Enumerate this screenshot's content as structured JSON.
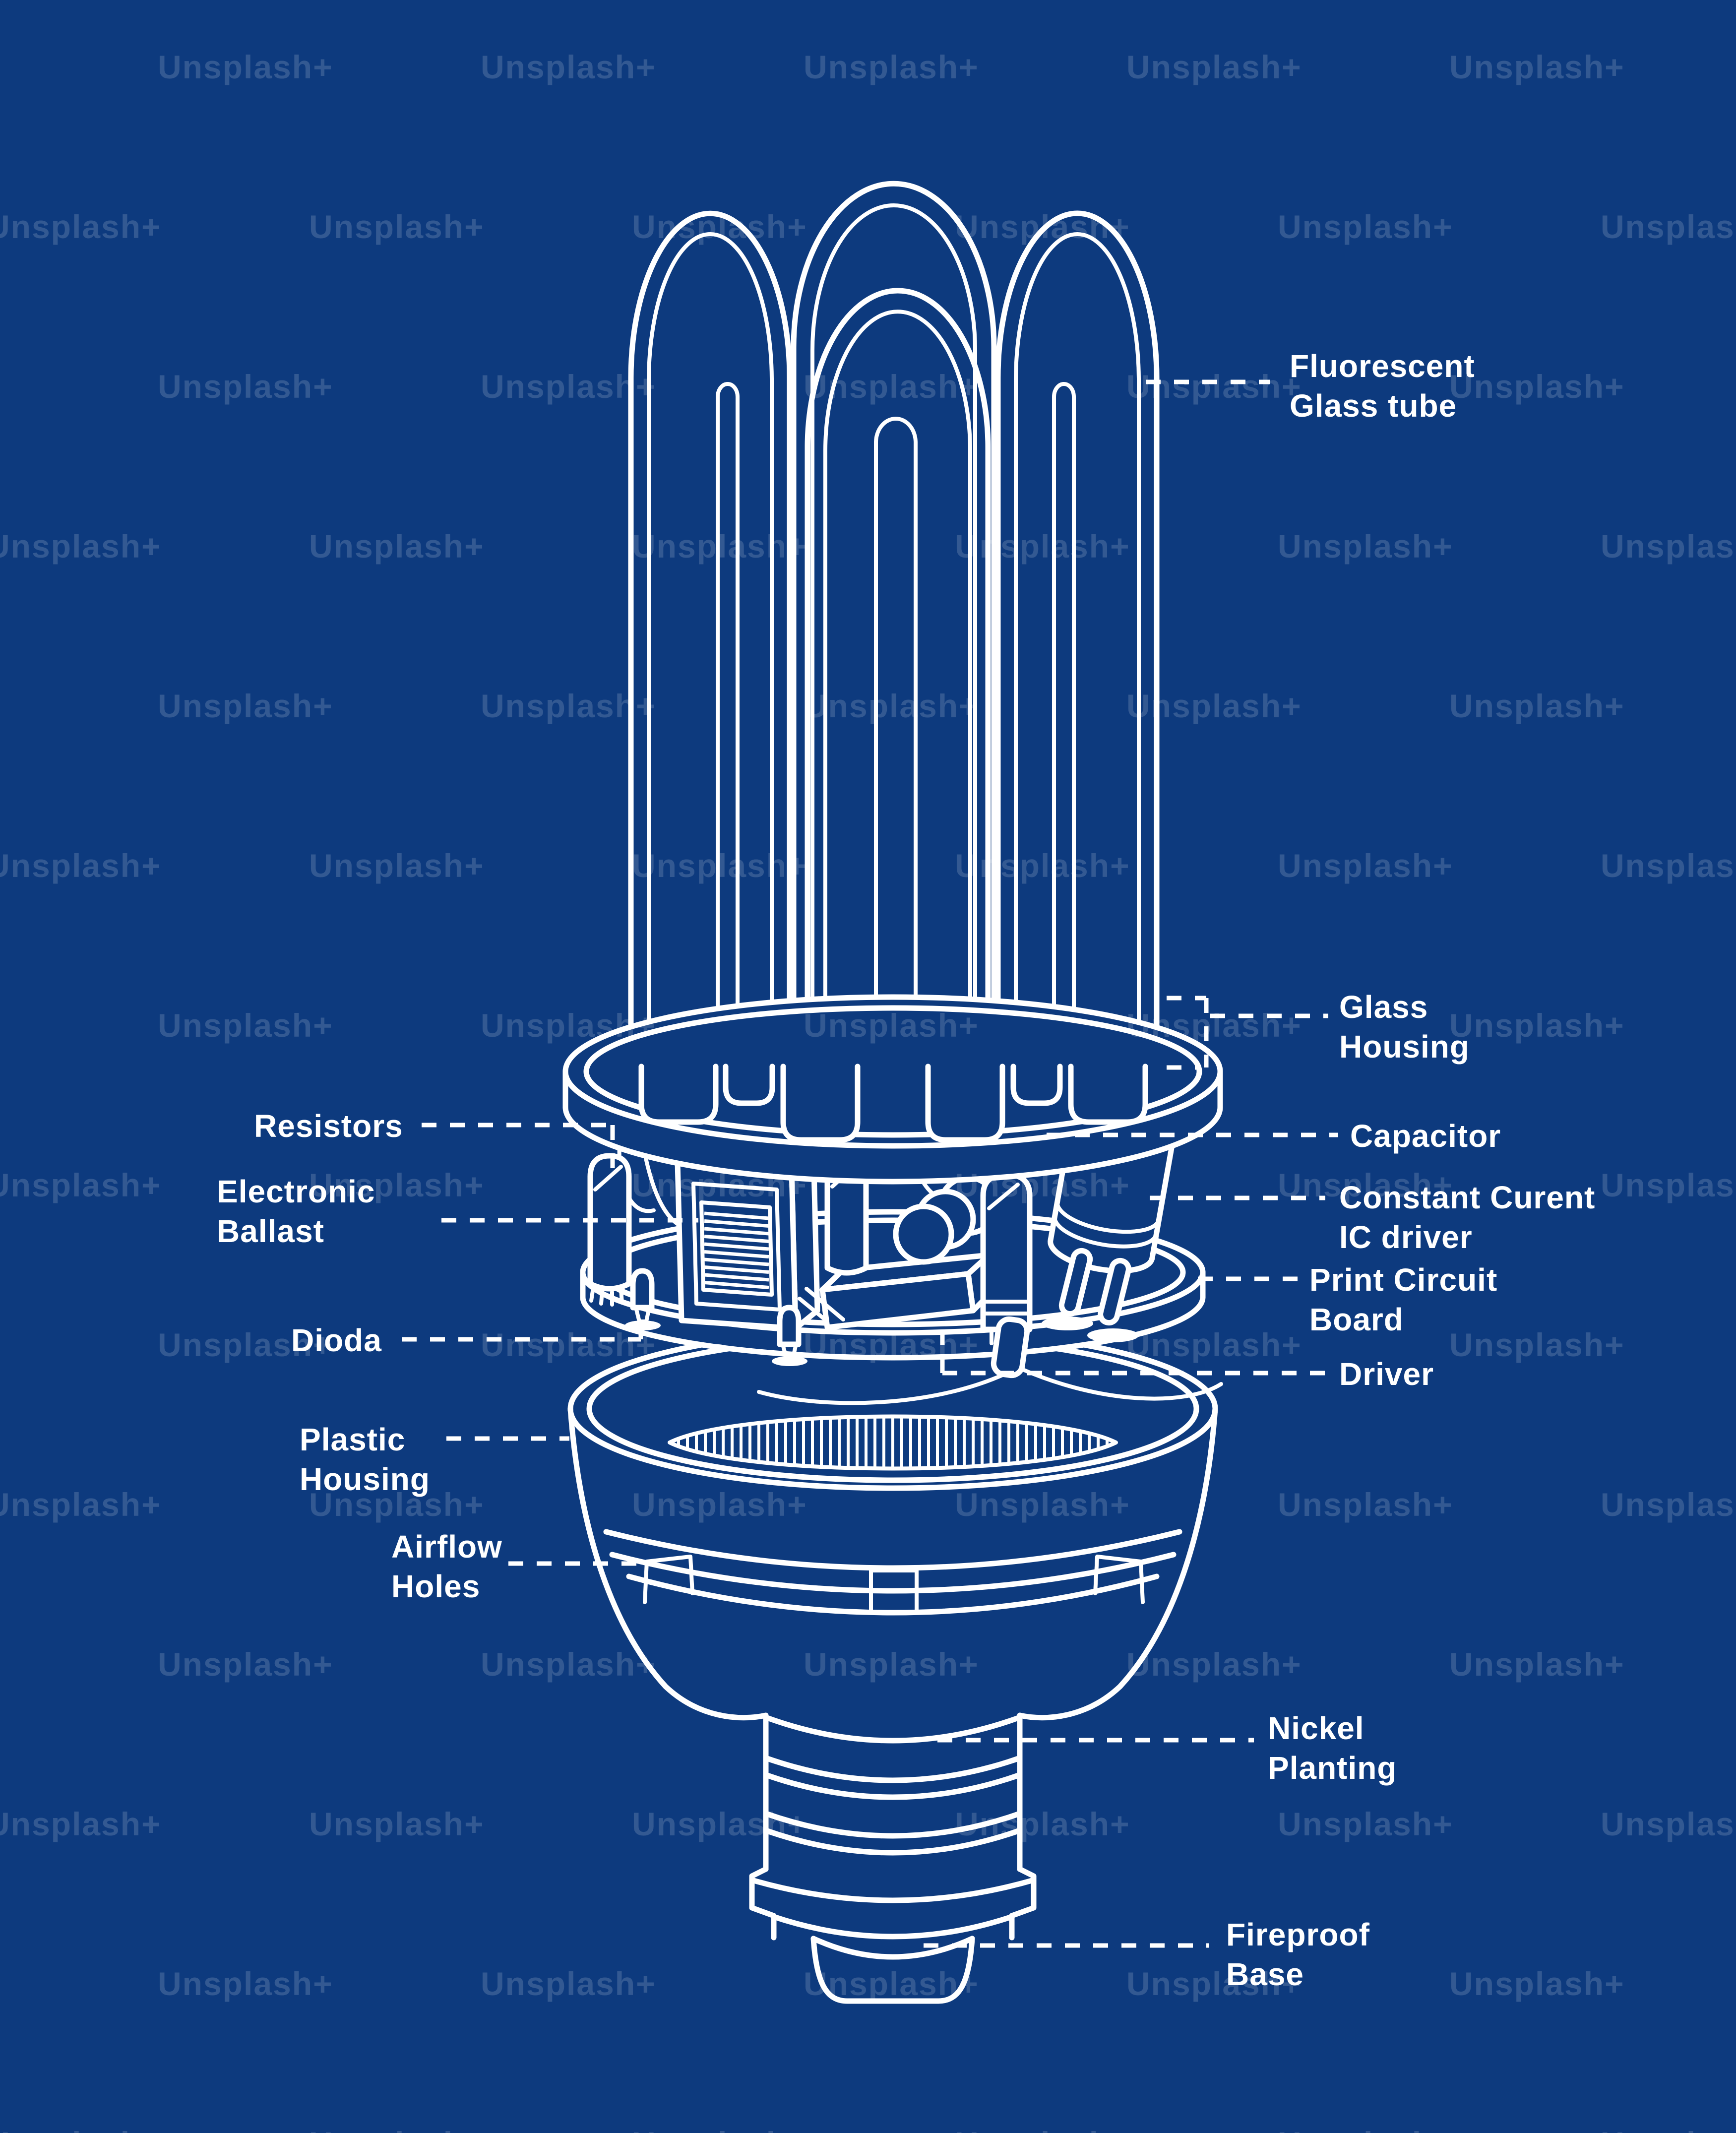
{
  "image_type": "blueprint diagram of a compact fluorescent light bulb, exploded side view",
  "colors": {
    "background": "#0d3a7e",
    "line": "#ffffff",
    "watermark_opacity": 0.16
  },
  "watermark": {
    "text": "Unsplash+"
  },
  "labels": {
    "fluorescent_glass_tube": {
      "lines": [
        "Fluorescent",
        "Glass tube"
      ]
    },
    "glass_housing": {
      "lines": [
        "Glass",
        "Housing"
      ]
    },
    "resistors": {
      "lines": [
        "Resistors"
      ]
    },
    "electronic_ballast": {
      "lines": [
        "Electronic",
        "Ballast"
      ]
    },
    "capacitor": {
      "lines": [
        "Capacitor"
      ]
    },
    "constant_curent_ic_driver": {
      "lines": [
        "Constant Curent",
        "IC driver"
      ]
    },
    "print_circuit_board": {
      "lines": [
        "Print Circuit",
        "Board"
      ]
    },
    "dioda": {
      "lines": [
        "Dioda"
      ]
    },
    "driver": {
      "lines": [
        "Driver"
      ]
    },
    "plastic_housing": {
      "lines": [
        "Plastic",
        "Housing"
      ]
    },
    "airflow_holes": {
      "lines": [
        "Airflow",
        "Holes"
      ]
    },
    "nickel_planting": {
      "lines": [
        "Nickel",
        "Planting"
      ]
    },
    "fireproof_base": {
      "lines": [
        "Fireproof",
        "Base"
      ]
    }
  }
}
